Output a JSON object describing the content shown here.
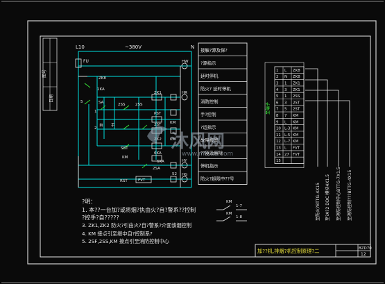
{
  "supply": {
    "line": "L10",
    "voltage": "~380V",
    "neutral": "N",
    "fuse": "FU"
  },
  "left_labels": {
    "ka": "1KA",
    "sa": "SA",
    "auto": "自",
    "manual": "手",
    "num5": "5",
    "num1": "1",
    "num2": "2"
  },
  "right_labels": {
    "hw": "HW",
    "hr": "HR",
    "hy": "HY",
    "hg": "HG"
  },
  "circuit_labels": {
    "zk8": "ZK8",
    "zk1": "ZK1",
    "zk2": "ZK2",
    "ss": "2SS",
    "ss2": "2SS",
    "pst": "PST",
    "bst": "2ST",
    "km1": "KM",
    "km2": "KM",
    "sbt": "SBT",
    "km3": "KM",
    "ka2": "6KA",
    "ka3": "6KA",
    "fvt": "FVT",
    "rst": "RST",
    "s1": "2SA",
    "s2": "52"
  },
  "function_table": {
    "rows": [
      "接触?源及保?",
      "?源指示",
      "延时停机",
      "防火?      延时停机",
      "消防控制",
      "手?控制",
      "?运指示",
      "故障报警",
      "??器及解除",
      "停机指示",
      "防火?超限中??号"
    ]
  },
  "terminal_block": {
    "rows": [
      [
        "1",
        "L",
        "ZK8"
      ],
      [
        "2",
        "N",
        "ZK8"
      ],
      [
        "3",
        "1",
        "ZK1"
      ],
      [
        "4",
        "3",
        "ZK1"
      ],
      [
        "5",
        "1",
        "2SS"
      ],
      [
        "6",
        "3",
        "2ST"
      ],
      [
        "7",
        "5",
        "2ST"
      ],
      [
        "8",
        "7",
        "KM"
      ],
      [
        "9",
        "L",
        "KM"
      ],
      [
        "10",
        "L-3",
        "KM"
      ],
      [
        "11",
        "L-5",
        "KM"
      ],
      [
        "12",
        "L-7",
        "KM"
      ],
      [
        "13",
        "L",
        "FVT"
      ],
      [
        "14",
        "27",
        "FVT"
      ],
      [
        "15",
        "",
        ""
      ]
    ],
    "side_label": "至端子"
  },
  "vertical_labels": [
    "至防火?BTTG-4X15",
    "至?A?2 DDC 模块4X1.5",
    "至消防控制中心BTTG-7X1.5",
    "至消防控制???BTTG-4X15"
  ],
  "watermark": {
    "brand": "沐风网",
    "url": "www.mfcad.com"
  },
  "notes": {
    "title": "?明：",
    "items": [
      "1. 本??一台加?或将烟?执由火?自?警系??控制",
      "  ?控手?自?????",
      "3. ZK1,ZK2      防火?引由火?自?警系?介面该烟控制",
      "4. KM          接点引至继中自?控制系?",
      "5. 2SF,2SS,KM       接点引至消防控制中心"
    ]
  },
  "contacts": {
    "km_a": "KM",
    "km_b": "KM",
    "num1": "1-7",
    "num2": "1-8"
  },
  "title_block": {
    "drawing_name": "加??机,排烟?机控制原理?二",
    "drawing_no": "BZD70",
    "sheet": "12"
  },
  "left_strip": {
    "text1": "图号",
    "text2": "日期"
  }
}
